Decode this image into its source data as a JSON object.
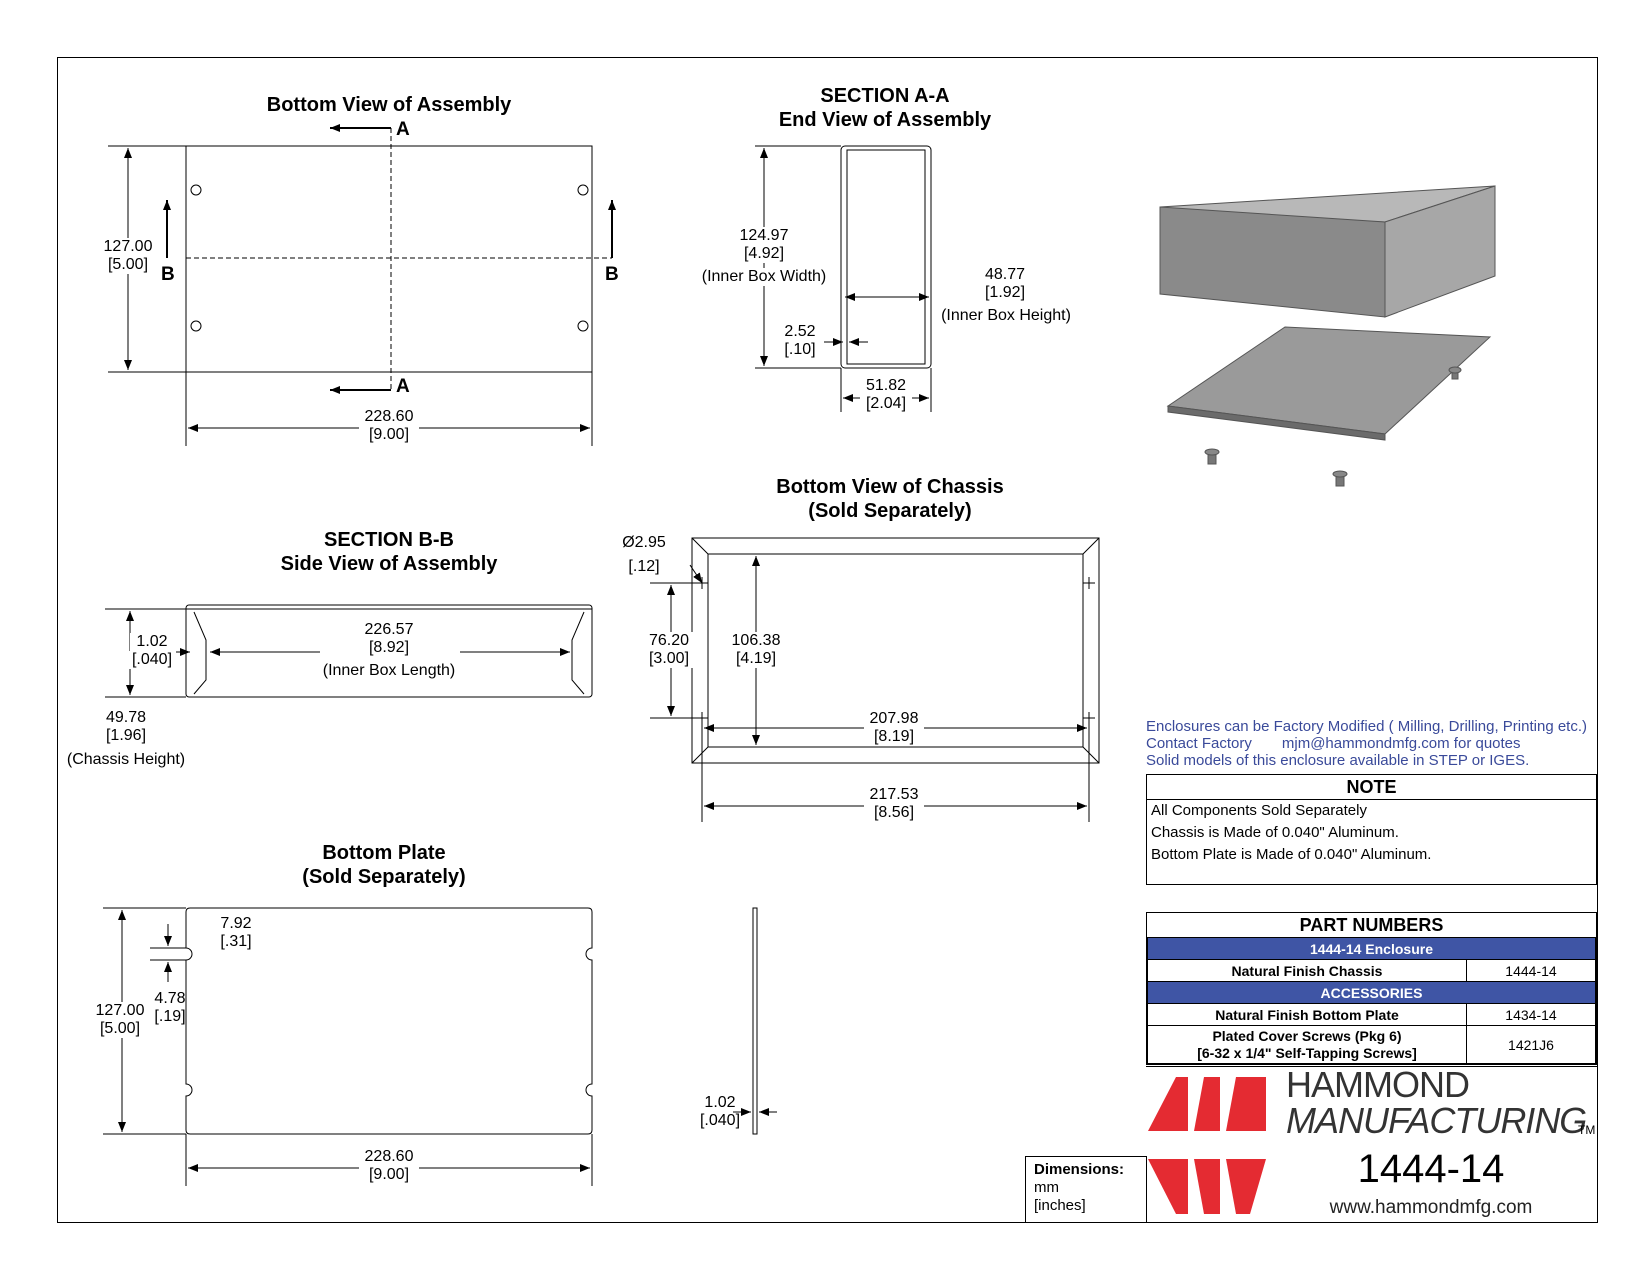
{
  "views": {
    "bottom_view": {
      "title": "Bottom View of Assembly",
      "width_mm": "228.60",
      "width_in": "[9.00]",
      "height_mm": "127.00",
      "height_in": "[5.00]",
      "sec_a": "A",
      "sec_b": "B"
    },
    "section_aa": {
      "title1": "SECTION A-A",
      "title2": "End View of Assembly",
      "inner_width_mm": "124.97",
      "inner_width_in": "[4.92]",
      "inner_width_label": "(Inner Box Width)",
      "inner_height_mm": "48.77",
      "inner_height_in": "[1.92]",
      "inner_height_label": "(Inner Box Height)",
      "flange_mm": "2.52",
      "flange_in": "[.10]",
      "outer_mm": "51.82",
      "outer_in": "[2.04]"
    },
    "section_bb": {
      "title1": "SECTION B-B",
      "title2": "Side View of Assembly",
      "thick_mm": "1.02",
      "thick_in": "[.040]",
      "inner_len_mm": "226.57",
      "inner_len_in": "[8.92]",
      "inner_len_label": "(Inner Box Length)",
      "chassis_h_mm": "49.78",
      "chassis_h_in": "[1.96]",
      "chassis_h_label": "(Chassis Height)"
    },
    "chassis": {
      "title1": "Bottom View of Chassis",
      "title2": "(Sold Separately)",
      "hole_mm": "Ø2.95",
      "hole_in": "[.12]",
      "hole_spacing_mm": "76.20",
      "hole_spacing_in": "[3.00]",
      "inner_h_mm": "106.38",
      "inner_h_in": "[4.19]",
      "hole_len_mm": "207.98",
      "hole_len_in": "[8.19]",
      "outer_len_mm": "217.53",
      "outer_len_in": "[8.56]"
    },
    "bottom_plate": {
      "title1": "Bottom Plate",
      "title2": "(Sold Separately)",
      "notch_mm": "7.92",
      "notch_in": "[.31]",
      "notch_w_mm": "4.78",
      "notch_w_in": "[.19]",
      "height_mm": "127.00",
      "height_in": "[5.00]",
      "width_mm": "228.60",
      "width_in": "[9.00]",
      "thick_mm": "1.02",
      "thick_in": "[.040]"
    }
  },
  "info": {
    "line1": "Enclosures can be Factory Modified ( Milling, Drilling, Printing etc.)",
    "line2a": "Contact Factory",
    "line2b": "mjm@hammondmfg.com for quotes",
    "line3": "Solid models of this enclosure available in STEP or IGES.",
    "color": "#3a4a9a"
  },
  "note": {
    "heading": "NOTE",
    "lines": [
      "All Components Sold Separately",
      "Chassis is Made of 0.040\" Aluminum.",
      "Bottom Plate is Made of 0.040\" Aluminum."
    ]
  },
  "parts": {
    "heading": "PART NUMBERS",
    "group1": "1444-14 Enclosure",
    "row1_desc": "Natural Finish Chassis",
    "row1_pn": "1444-14",
    "group2": "ACCESSORIES",
    "row2_desc": "Natural Finish Bottom Plate",
    "row2_pn": "1434-14",
    "row3_desc1": "Plated Cover Screws (Pkg 6)",
    "row3_desc2": "[6-32 x 1/4\" Self-Tapping Screws]",
    "row3_pn": "1421J6",
    "group_color": "#3f55a5"
  },
  "dimensions_box": {
    "label": "Dimensions:",
    "unit1": "mm",
    "unit2": "[inches]"
  },
  "title_block": {
    "brand1": "HAMMOND",
    "brand2": "MANUFACTURING",
    "tm": "TM",
    "part": "1444-14",
    "url": "www.hammondmfg.com",
    "logo_color": "#e42b32"
  }
}
